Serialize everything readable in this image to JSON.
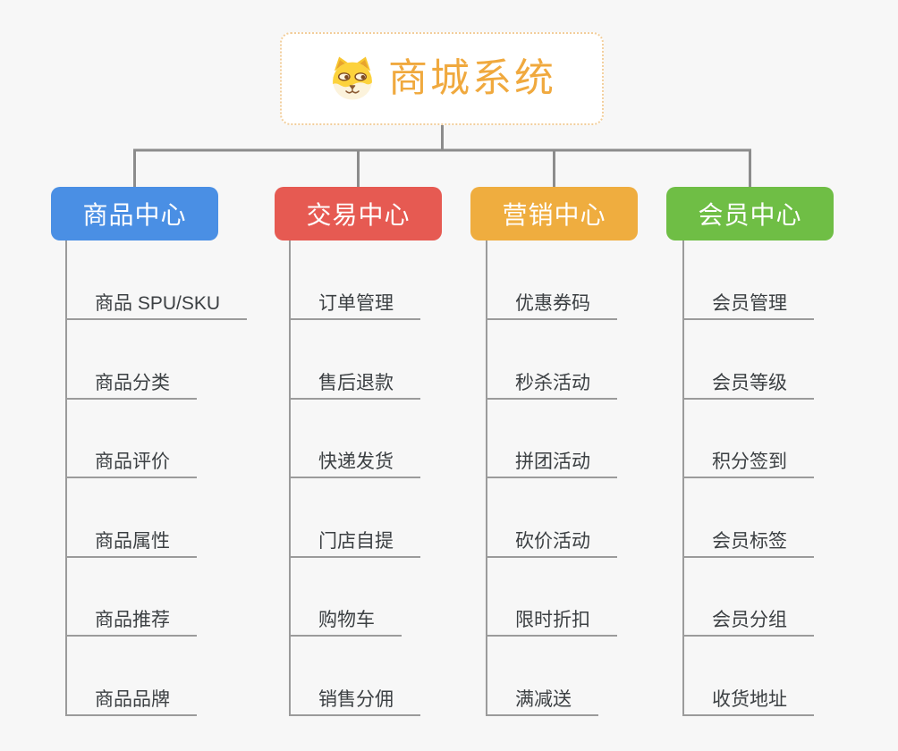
{
  "root": {
    "title": "商城系统",
    "title_color": "#F0A93E",
    "icon": "dog-face-icon"
  },
  "branches": [
    {
      "label": "商品中心",
      "color": "#4A8FE4",
      "children": [
        "商品 SPU/SKU",
        "商品分类",
        "商品评价",
        "商品属性",
        "商品推荐",
        "商品品牌"
      ]
    },
    {
      "label": "交易中心",
      "color": "#E65A52",
      "children": [
        "订单管理",
        "售后退款",
        "快递发货",
        "门店自提",
        "购物车",
        "销售分佣"
      ]
    },
    {
      "label": "营销中心",
      "color": "#EFAD3F",
      "children": [
        "优惠券码",
        "秒杀活动",
        "拼团活动",
        "砍价活动",
        "限时折扣",
        "满减送"
      ]
    },
    {
      "label": "会员中心",
      "color": "#6FBE45",
      "children": [
        "会员管理",
        "会员等级",
        "积分签到",
        "会员标签",
        "会员分组",
        "收货地址"
      ]
    }
  ],
  "colors": {
    "background": "#F7F7F7",
    "connector_line": "#8C8C8C",
    "leaf_line": "#9B9B9B",
    "leaf_text": "#3C4043",
    "root_border": "#F2CE9B",
    "root_background": "#FFFFFF",
    "branch_text": "#FFFFFF"
  }
}
